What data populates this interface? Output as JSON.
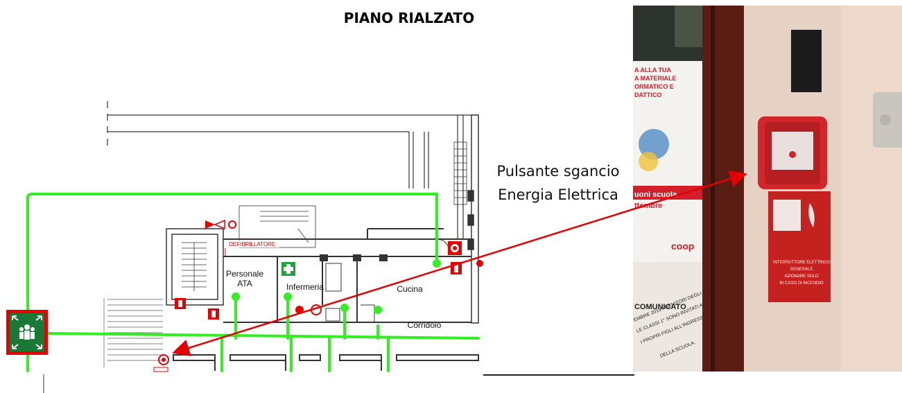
{
  "title": "PIANO RIALZATO",
  "callout": {
    "line1": "Pulsante sgancio",
    "line2": "Energia Elettrica"
  },
  "rooms": {
    "personale": "Personale",
    "ata": "ATA",
    "infermeria": "Infermeria",
    "cucina": "Cucina",
    "corridoio": "Corridoio",
    "defibrillatore": "DEFIBRILLATORE"
  },
  "photo": {
    "poster_lines": [
      "A ALLA TUA",
      "A MATERIALE",
      "ORMATICO E",
      "DATTICO"
    ],
    "poster_bottom": [
      "uoni scuola",
      "ttembre"
    ],
    "poster_brand": "coop",
    "notice_title": "COMUNICATO",
    "notice_lines": [
      "EMBRE 2019 I GENITORI DEGLI",
      "LE CLASSI 1° SONO INVITATI A",
      "I PROPRI FIGLI ALL'INGRESSO",
      "DELLA SCUOLA."
    ],
    "sign_lines": [
      "INTERRUTTORE ELETTRICO",
      "GENERALE",
      "AZIONARE SOLO",
      "IN CASO DI INCENDIO"
    ]
  },
  "colors": {
    "route_green": "#33ee22",
    "walls": "#333333",
    "alarm_red": "#e60000",
    "assembly_green": "#1a7a35",
    "arrow_red": "#e30000"
  },
  "icons": [
    "assembly-point-icon",
    "first-aid-icon",
    "fire-extinguisher-icon",
    "hydrant-icon",
    "siren-icon",
    "alarm-button-icon"
  ]
}
